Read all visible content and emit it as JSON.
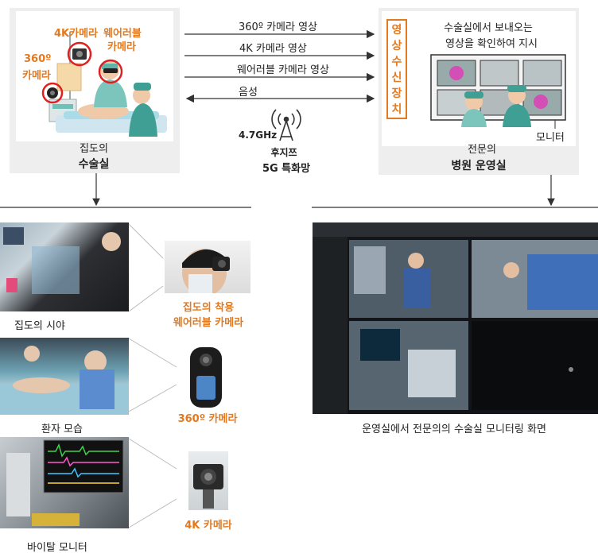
{
  "top": {
    "or_panel": {
      "cam_4k": "4K카메라",
      "cam_wearable_1": "웨어러블",
      "cam_wearable_2": "카메라",
      "cam_360_1": "360º",
      "cam_360_2": "카메라",
      "role": "집도의",
      "room": "수술실"
    },
    "links": [
      {
        "label": "360º 카메라 영상"
      },
      {
        "label": "4K 카메라 영상"
      },
      {
        "label": "웨어러블 카메라 영상"
      },
      {
        "label": "음성"
      }
    ],
    "network": {
      "freq": "4.7GHz",
      "provider": "후지쯔",
      "network": "5G 특화망"
    },
    "hospital_panel": {
      "receiver_chars": [
        "영",
        "상",
        "수",
        "신",
        "장",
        "치"
      ],
      "instruction_1": "수술실에서 보내오는",
      "instruction_2": "영상을 확인하여 지시",
      "monitor": "모니터",
      "role": "전문의",
      "room": "병원 운영실"
    }
  },
  "bottom_left": {
    "captions": {
      "view": "집도의 시야",
      "patient": "환자 모습",
      "vital": "바이탈 모니터"
    },
    "cams": {
      "wearable_1": "집도의 착용",
      "wearable_2": "웨어러블 카메라",
      "cam_360": "360º 카메라",
      "cam_4k": "4K 카메라"
    }
  },
  "bottom_right": {
    "caption": "운영실에서 전문의의 수술실 모니터링 화면"
  },
  "colors": {
    "accent": "#e37a1f",
    "panel": "#eeeeee",
    "arrow": "#333333"
  }
}
